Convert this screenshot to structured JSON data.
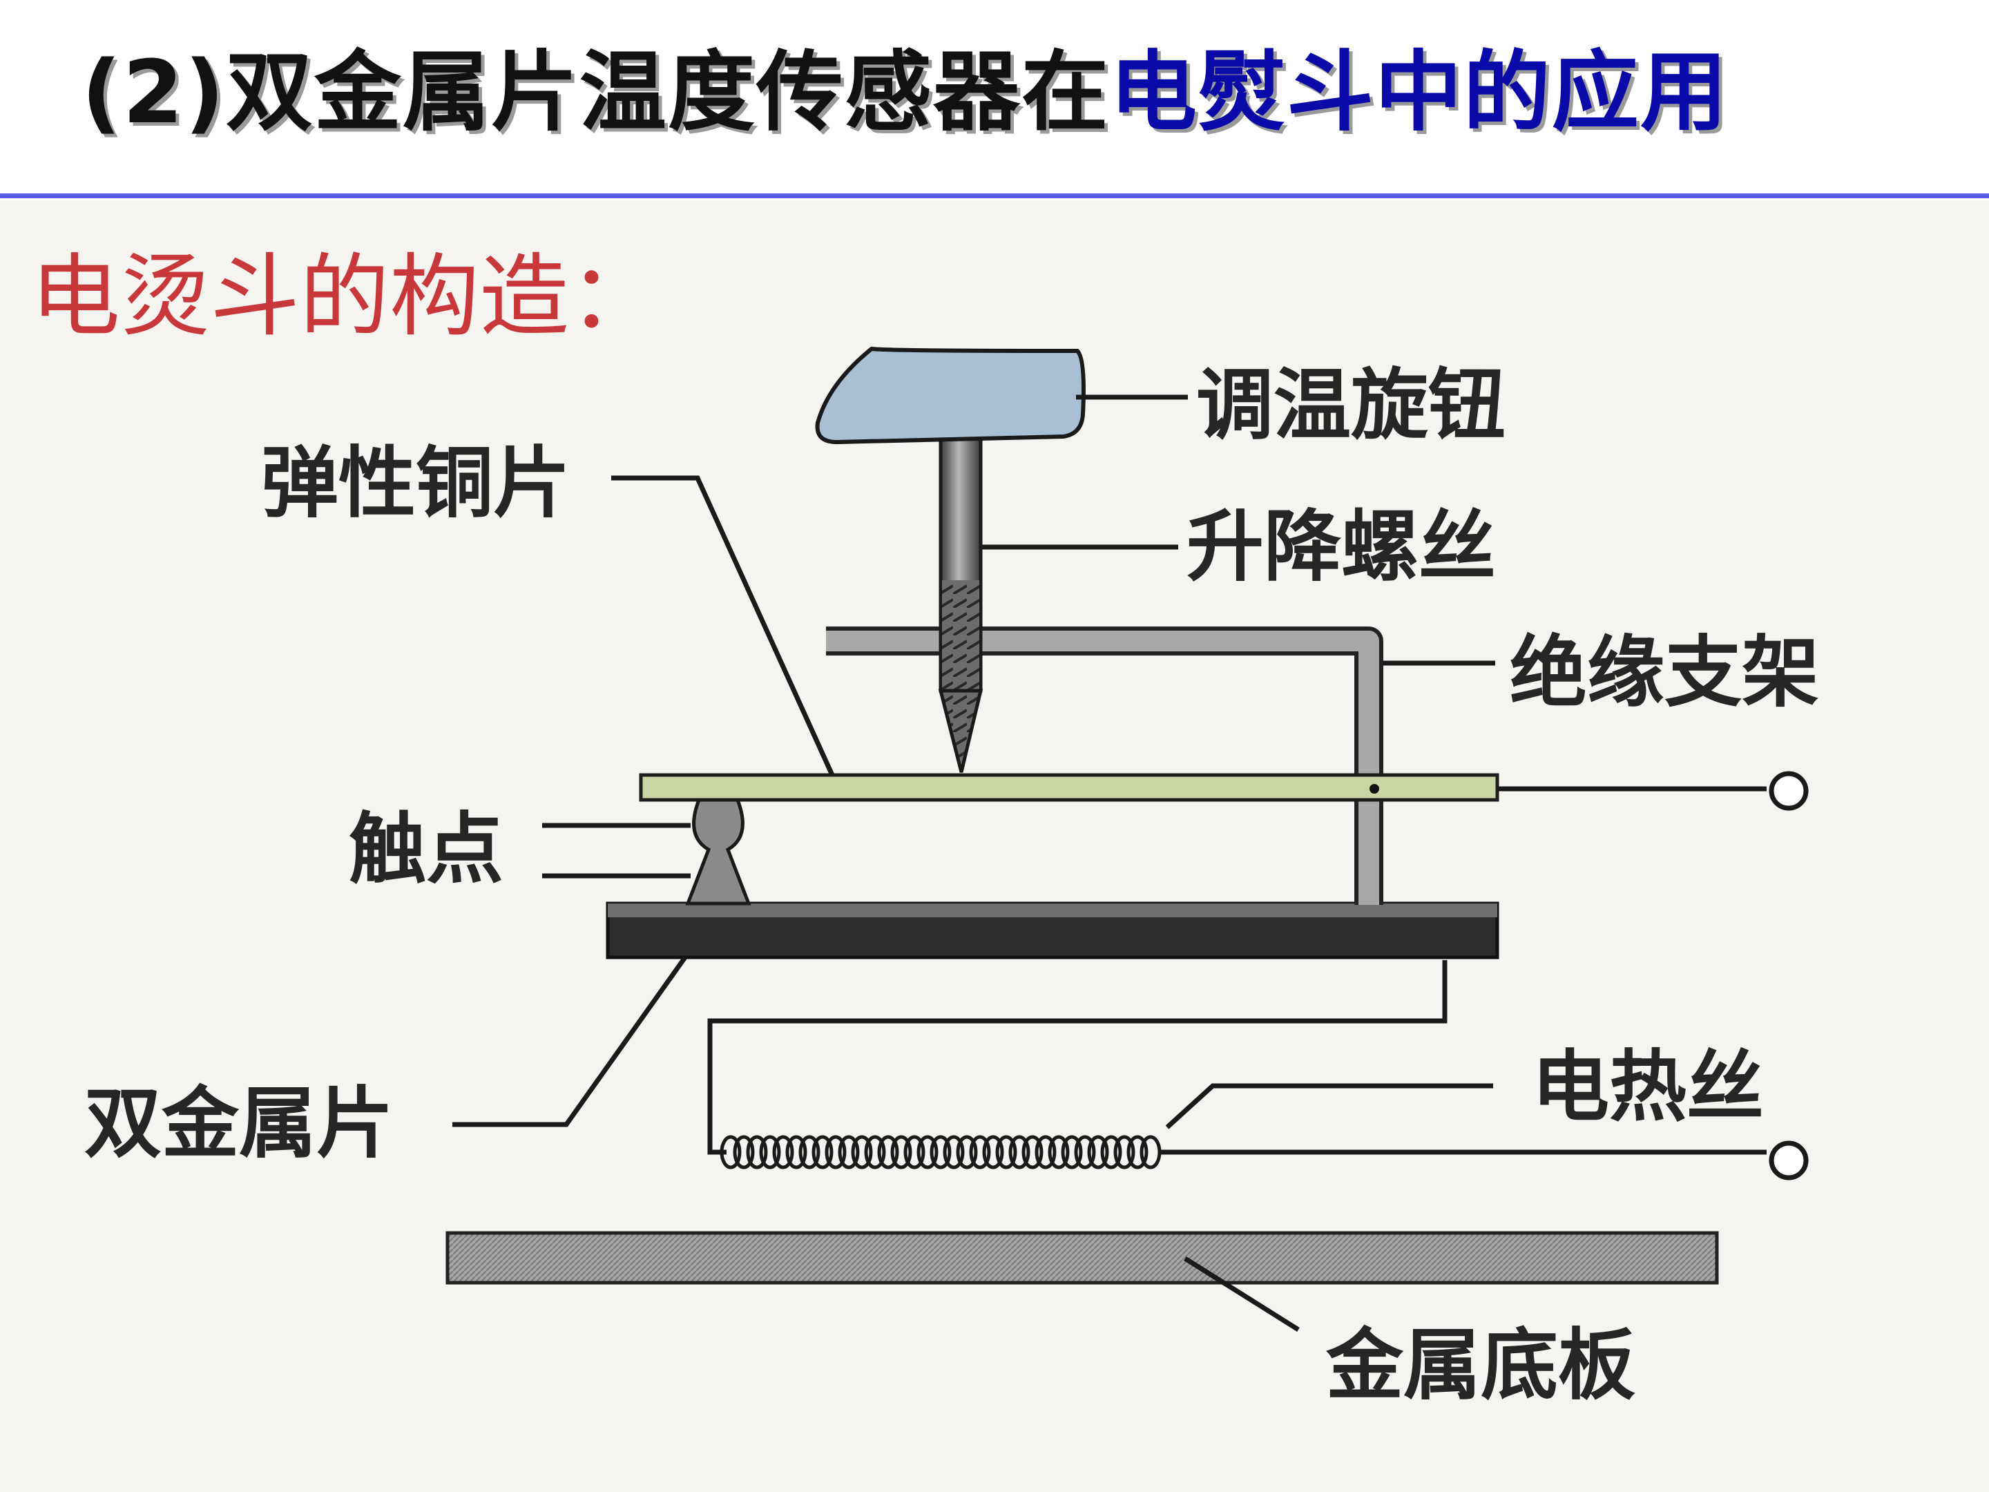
{
  "slide": {
    "title_prefix": "(2)双金属片温度传感器在",
    "title_accent": "电熨斗中的应用",
    "subtitle": "电烫斗的构造："
  },
  "diagram": {
    "labels": {
      "knob": "调温旋钮",
      "screw": "升降螺丝",
      "spring_copper": "弹性铜片",
      "bracket": "绝缘支架",
      "contact": "触点",
      "heater": "电热丝",
      "bimetal": "双金属片",
      "base": "金属底板"
    },
    "colors": {
      "title_accent": "#0a0aa8",
      "subtitle": "#c8383a",
      "rule": "#5c5ce6",
      "knob": "#a9bfd4",
      "copper_strip": "#c9d6a3",
      "bimetal": "#2c2c2c",
      "metal_gray": "#9c9c9c"
    }
  }
}
